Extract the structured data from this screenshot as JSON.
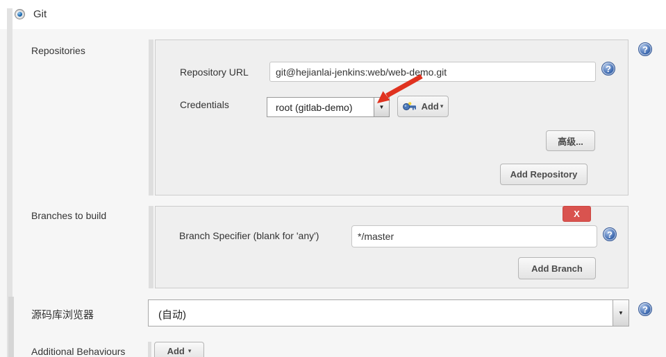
{
  "icons": {
    "help": "?",
    "caret_down": "▼",
    "caret_small": "▾"
  },
  "git_block": {
    "radio_label": "Git"
  },
  "repositories": {
    "section_label": "Repositories",
    "url_label": "Repository URL",
    "url_value": "git@hejianlai-jenkins:web/web-demo.git",
    "credentials_label": "Credentials",
    "credentials_value": "root (gitlab-demo)",
    "add_button_label": "Add",
    "advanced_button_label": "高级...",
    "add_repository_button_label": "Add Repository"
  },
  "branches": {
    "section_label": "Branches to build",
    "delete_button_label": "X",
    "specifier_label": "Branch Specifier (blank for 'any')",
    "specifier_value": "*/master",
    "add_branch_button_label": "Add Branch"
  },
  "repository_browser": {
    "label": "源码库浏览器",
    "value": "(自动)"
  },
  "additional_behaviours": {
    "label": "Additional Behaviours",
    "add_button_label": "Add"
  },
  "colors": {
    "delete_red": "#d9534f",
    "annotation_arrow": "#e0321f",
    "help_blue": "#2f5b9e",
    "panel_bg": "#efefef"
  }
}
